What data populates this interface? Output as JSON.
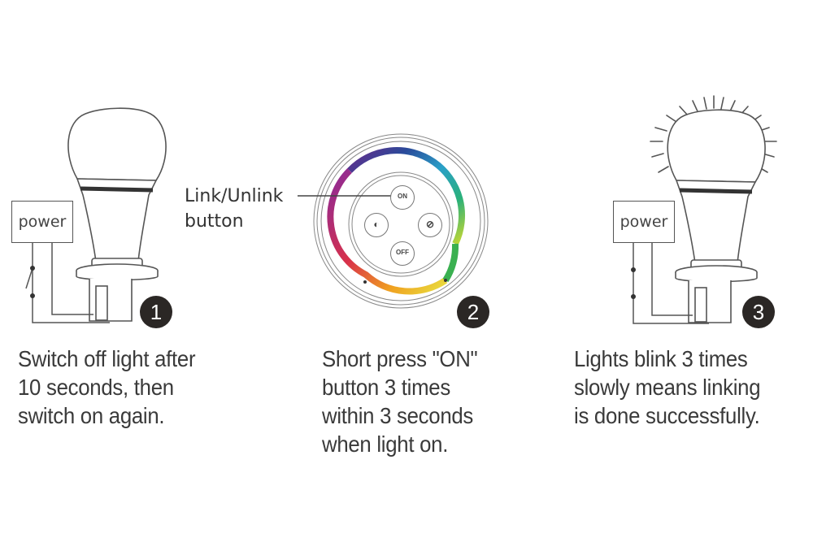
{
  "steps": [
    {
      "number": "1",
      "power_label": "power",
      "caption_lines": [
        "Switch off light after",
        "10 seconds, then",
        "switch on again."
      ]
    },
    {
      "number": "2",
      "callout_lines": [
        "Link/Unlink",
        "button"
      ],
      "remote_buttons": {
        "top": "ON",
        "bottom": "OFF",
        "left": "brightness-icon",
        "right": "color-leaf-icon"
      },
      "caption_lines": [
        "Short press \"ON\"",
        "button 3 times",
        "within 3 seconds",
        "when light on."
      ]
    },
    {
      "number": "3",
      "power_label": "power",
      "caption_lines": [
        "Lights blink 3 times",
        "slowly means linking",
        "is done successfully."
      ]
    }
  ],
  "colors": {
    "badge": "#2b2725",
    "line_art": "#555555",
    "text": "#3a3a3a"
  }
}
